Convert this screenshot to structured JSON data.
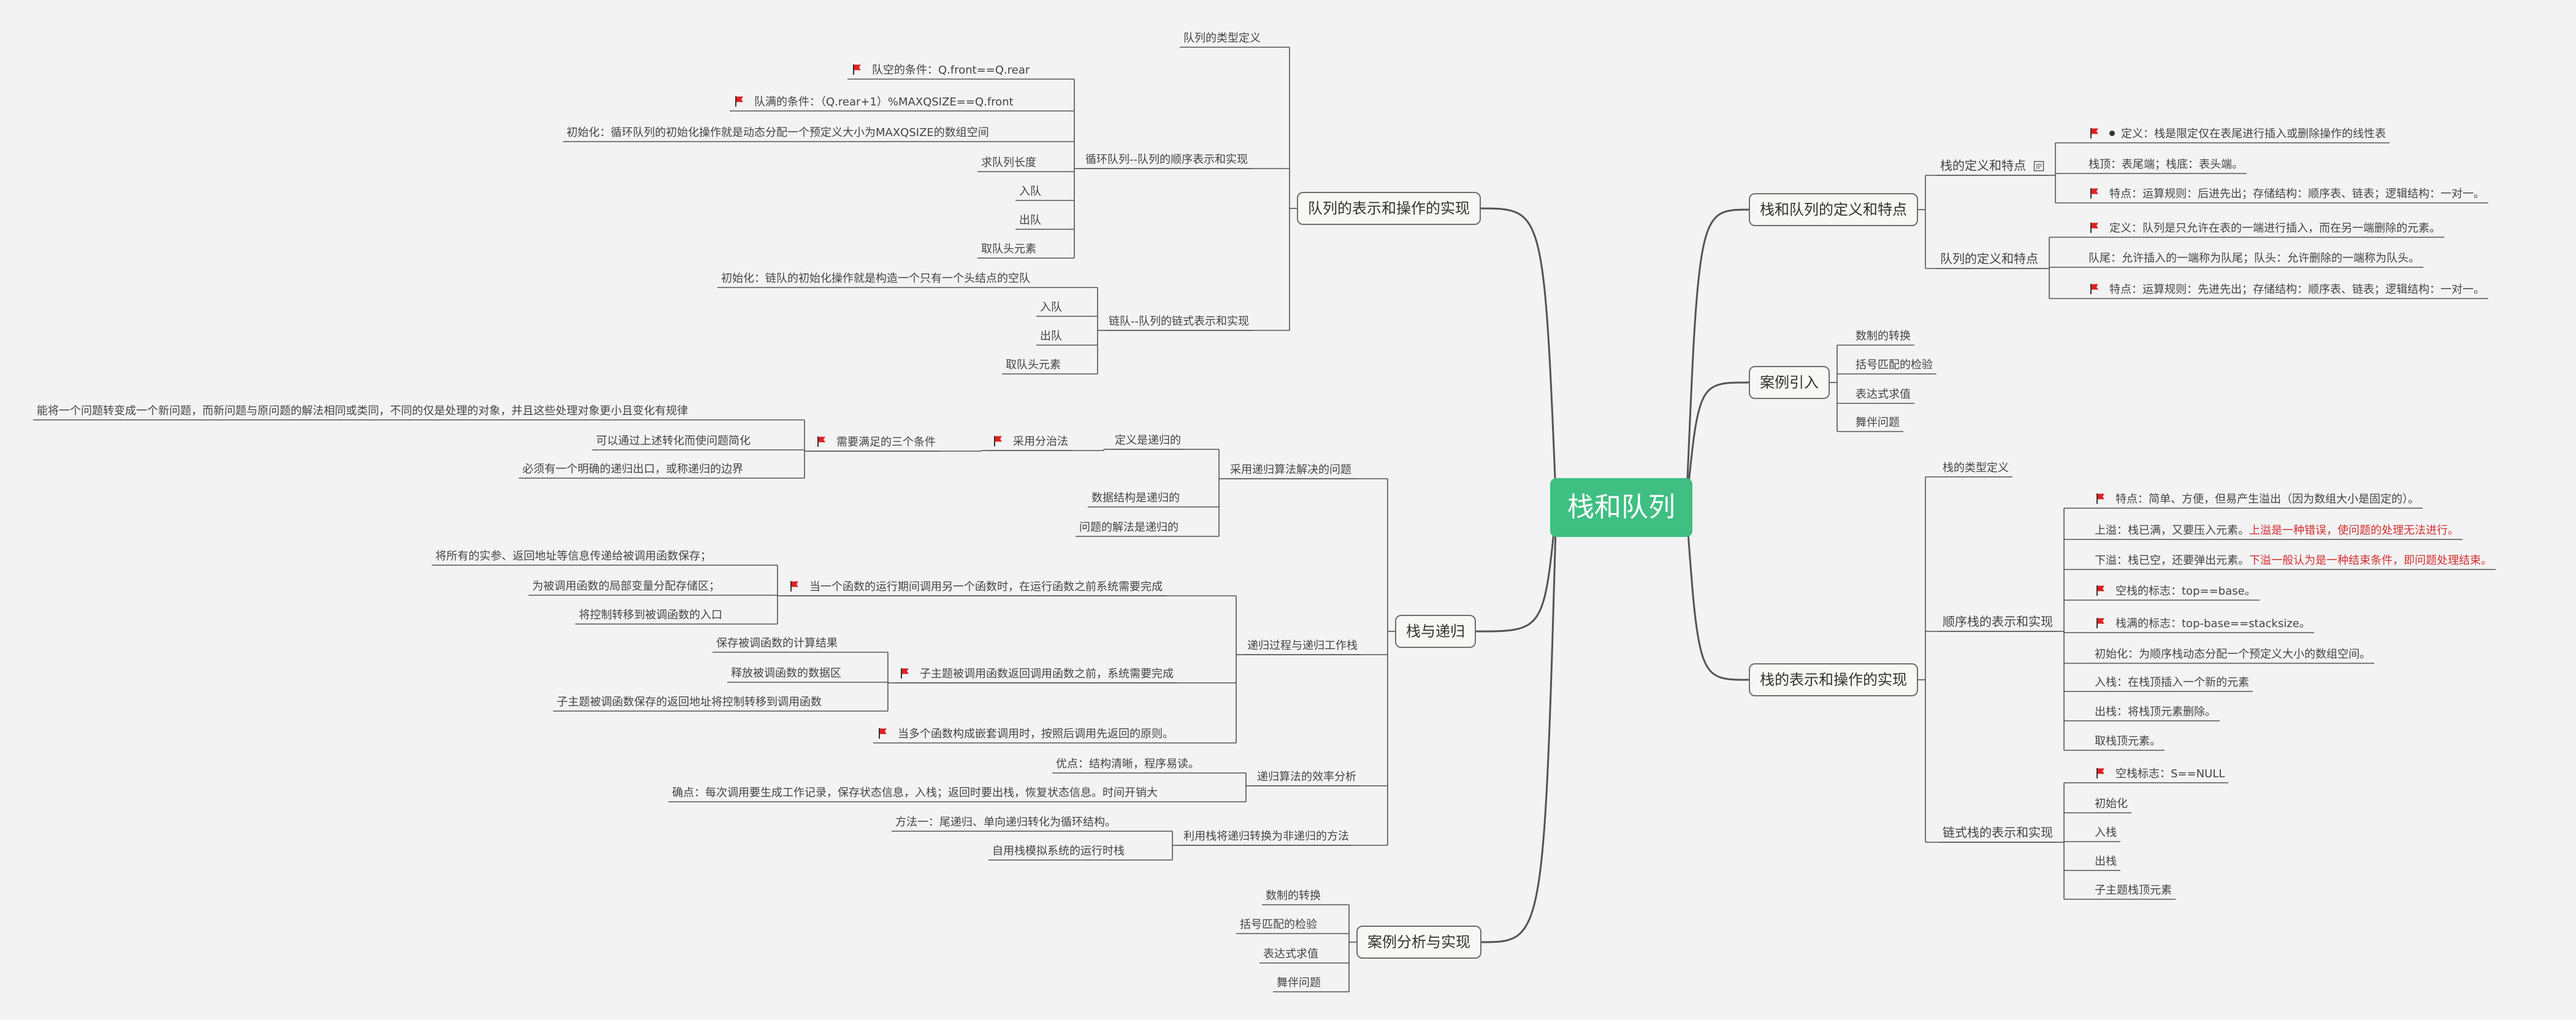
{
  "root": "栈和队列",
  "right": {
    "def": {
      "title": "栈和队列的定义和特点",
      "stack_def": {
        "label": "栈的定义和特点",
        "icon": "note-icon",
        "items": [
          "定义：栈是限定仅在表尾进行插入或删除操作的线性表",
          "栈顶：表尾端；栈底：表头端。",
          "特点：运算规则：后进先出；存储结构：顺序表、链表；逻辑结构：一对一。"
        ]
      },
      "queue_def": {
        "label": "队列的定义和特点",
        "items": [
          "定义：队列是只允许在表的一端进行插入，而在另一端删除的元素。",
          "队尾：允许插入的一端称为队尾；队头：允许删除的一端称为队头。",
          "特点：运算规则：先进先出；存储结构：顺序表、链表；逻辑结构：一对一。"
        ]
      }
    },
    "cases": {
      "title": "案例引入",
      "items": [
        "数制的转换",
        "括号匹配的检验",
        "表达式求值",
        "舞伴问题"
      ]
    },
    "impl": {
      "title": "栈的表示和操作的实现",
      "type_def": "栈的类型定义",
      "seq": {
        "label": "顺序栈的表示和实现",
        "items": [
          "特点：简单、方便，但易产生溢出（因为数组大小是固定的）。",
          "空栈的标志：top==base。",
          "栈满的标志：top-base==stacksize。",
          "初始化：为顺序栈动态分配一个预定义大小的数组空间。",
          "入栈：在栈顶插入一个新的元素",
          "出栈：将栈顶元素删除。",
          "取栈顶元素。"
        ],
        "overflow_prefix": "上溢：栈已满，又要压入元素。",
        "overflow_red": "上溢是一种错误，使问题的处理无法进行。",
        "underflow_prefix": "下溢：栈已空，还要弹出元素。",
        "underflow_red": "下溢一般认为是一种结束条件，即问题处理结束。"
      },
      "link": {
        "label": "链式栈的表示和实现",
        "items": [
          "空栈标志：S==NULL",
          "初始化",
          "入栈",
          "出栈",
          "子主题栈顶元素"
        ]
      }
    }
  },
  "left": {
    "queue": {
      "title": "队列的表示和操作的实现",
      "type_def": "队列的类型定义",
      "circ": {
        "label": "循环队列--队列的顺序表示和实现",
        "items": [
          "队空的条件：Q.front==Q.rear",
          "队满的条件：（Q.rear+1）%MAXQSIZE==Q.front",
          "初始化：循环队列的初始化操作就是动态分配一个预定义大小为MAXQSIZE的数组空间",
          "求队列长度",
          "入队",
          "出队",
          "取队头元素"
        ]
      },
      "link": {
        "label": "链队--队列的链式表示和实现",
        "items": [
          "初始化：链队的初始化操作就是构造一个只有一个头结点的空队",
          "入队",
          "出队",
          "取队头元素"
        ]
      }
    },
    "recursion": {
      "title": "栈与递归",
      "solve": {
        "label": "采用递归算法解决的问题",
        "def": "定义是递归的",
        "divide": "采用分治法",
        "cond": "需要满足的三个条件",
        "cond_items": [
          "能将一个问题转变成一个新问题，而新问题与原问题的解法相同或类同，不同的仅是处理的对象，并且这些处理对象更小且变化有规律",
          "可以通过上述转化而使问题简化",
          "必须有一个明确的递归出口，或称递归的边界"
        ],
        "ds": "数据结构是递归的",
        "sol": "问题的解法是递归的"
      },
      "work": {
        "label": "递归过程与递归工作栈",
        "call": "当一个函数的运行期间调用另一个函数时，在运行函数之前系统需要完成",
        "call_items": [
          "将所有的实参、返回地址等信息传递给被调用函数保存；",
          "为被调用函数的局部变量分配存储区；",
          "将控制转移到被调函数的入口"
        ],
        "ret": "子主题被调用函数返回调用函数之前，系统需要完成",
        "ret_items": [
          "保存被调函数的计算结果",
          "释放被调函数的数据区",
          "子主题被调函数保存的返回地址将控制转移到调用函数"
        ],
        "nest": "当多个函数构成嵌套调用时，按照后调用先返回的原则。"
      },
      "eff": {
        "label": "递归算法的效率分析",
        "items": [
          "优点：结构清晰，程序易读。",
          "确点：每次调用要生成工作记录，保存状态信息，入栈；返回时要出栈，恢复状态信息。时间开销大"
        ]
      },
      "conv": {
        "label": "利用栈将递归转换为非递归的方法",
        "items": [
          "方法一：尾递归、单向递归转化为循环结构。",
          "自用栈模拟系统的运行时栈"
        ]
      }
    },
    "analysis": {
      "title": "案例分析与实现",
      "items": [
        "数制的转换",
        "括号匹配的检验",
        "表达式求值",
        "舞伴问题"
      ]
    }
  },
  "colors": {
    "root": "#3fbf82",
    "line": "#555555",
    "flag": "#e02020",
    "red_text": "#d42f2f"
  }
}
